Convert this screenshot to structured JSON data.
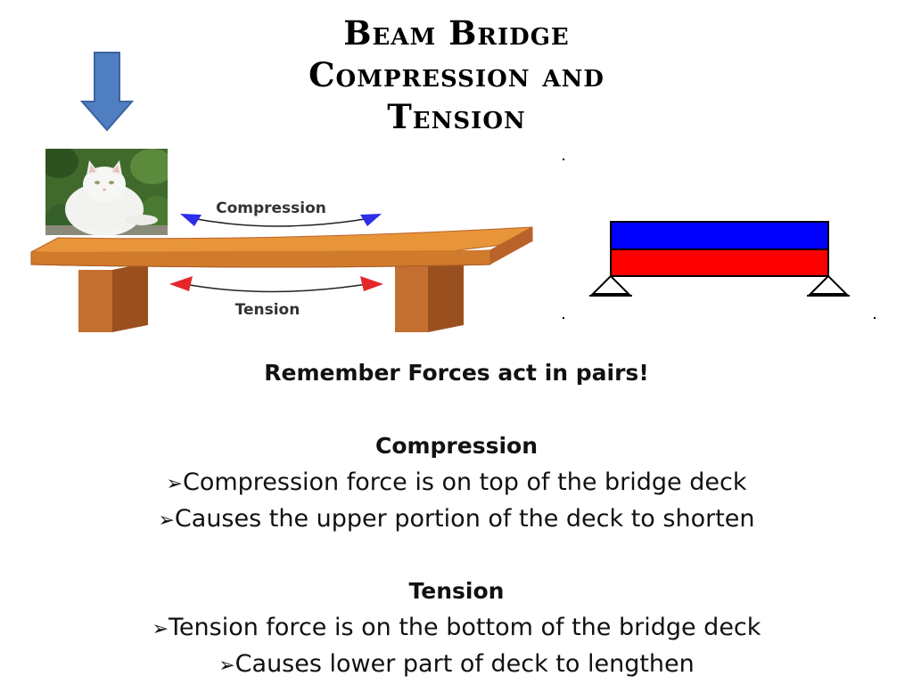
{
  "title": {
    "line1": "Beam Bridge",
    "line2": "Compression and",
    "line3": "Tension"
  },
  "diagram": {
    "compression_label": "Compression",
    "tension_label": "Tension",
    "colors": {
      "load_arrow": "#4f7fc1",
      "beam": "#e8953a",
      "piers": "#b8632a",
      "compression_arrow": "#2d2ee6",
      "tension_arrow": "#e6262a",
      "stress_top": "#0000ff",
      "stress_bottom": "#ff0000"
    }
  },
  "content": {
    "reminder": "Remember Forces act in pairs!",
    "compression": {
      "heading": "Compression",
      "bullets": [
        "Compression force is on top of the bridge deck",
        "Causes the upper portion of the deck to shorten"
      ]
    },
    "tension": {
      "heading": "Tension",
      "bullets": [
        "Tension force is on the bottom of the bridge deck",
        "Causes lower part of deck to lengthen"
      ]
    },
    "bullet_marker": "➢"
  }
}
